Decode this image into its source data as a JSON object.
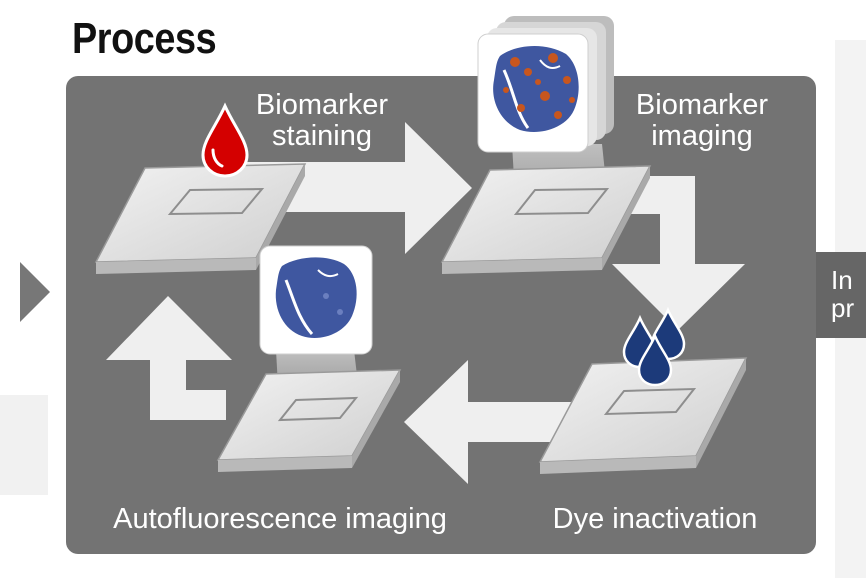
{
  "title": "Process",
  "steps": [
    {
      "line1": "Biomarker",
      "line2": "staining"
    },
    {
      "line1": "Biomarker",
      "line2": "imaging"
    },
    {
      "line1": "Dye inactivation"
    },
    {
      "line1": "Autofluorescence imaging"
    }
  ],
  "next_panel_partial": "In\npr",
  "colors": {
    "panel": "#737373",
    "arrow": "#efefef",
    "slide": "#e0e0e0",
    "stain_drop": "#d40000",
    "dye_drop": "#1c3a7a",
    "tissue": "#3f57a0",
    "biomarker": "#c8561e"
  },
  "icons": [
    "drop-icon",
    "dye-drops-icon",
    "tissue-image-icon",
    "play-arrow-icon"
  ]
}
